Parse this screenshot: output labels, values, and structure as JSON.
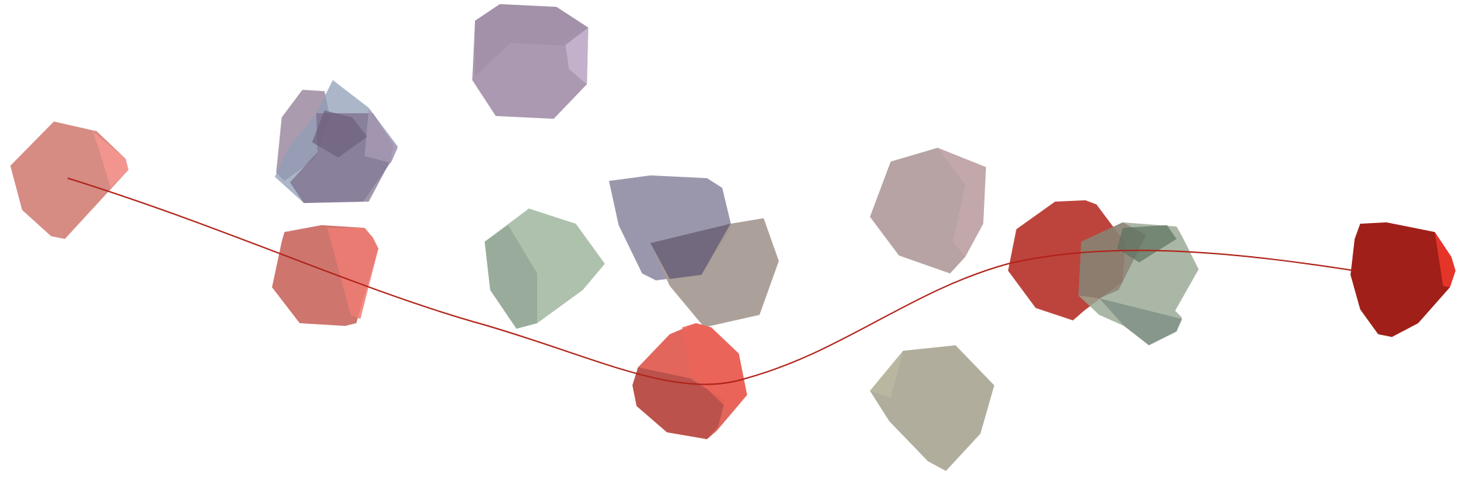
{
  "scene": {
    "background": "#ffffff",
    "curve_color": "#b0231a"
  },
  "polyhedra": [
    {
      "name": "polyhedron-far-left",
      "color": "#d07f76"
    },
    {
      "name": "polyhedron-upper-cluster",
      "color": "#8f7f9a"
    },
    {
      "name": "polyhedron-top",
      "color": "#a494ac"
    },
    {
      "name": "polyhedron-left-lower",
      "color": "#cf6f66"
    },
    {
      "name": "polyhedron-green",
      "color": "#a3b8a1"
    },
    {
      "name": "polyhedron-slate",
      "color": "#9592a8"
    },
    {
      "name": "polyhedron-taupe",
      "color": "#aa9d96"
    },
    {
      "name": "polyhedron-red-center",
      "color": "#e35e52"
    },
    {
      "name": "polyhedron-mauve",
      "color": "#b39d9d"
    },
    {
      "name": "polyhedron-olive",
      "color": "#aba896"
    },
    {
      "name": "polyhedron-red-mid-right",
      "color": "#b7352d"
    },
    {
      "name": "polyhedron-green-right",
      "color": "#9aa892"
    },
    {
      "name": "polyhedron-red-far-right",
      "color": "#a11e17"
    }
  ]
}
